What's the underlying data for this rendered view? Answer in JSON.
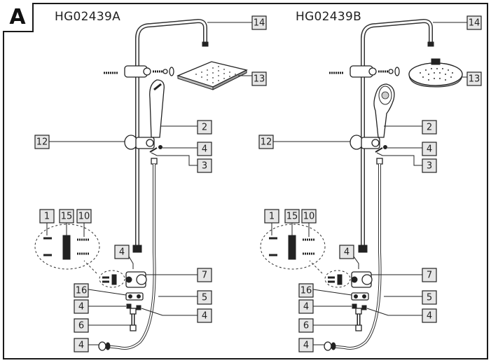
{
  "panel_label": "A",
  "models": {
    "left": "HG02439A",
    "right": "HG02439B"
  },
  "callouts": {
    "left": {
      "c14": "14",
      "c13": "13",
      "c2": "2",
      "c12": "12",
      "c4a": "4",
      "c3": "3",
      "c1": "1",
      "c15": "15",
      "c10": "10",
      "c4b": "4",
      "c7": "7",
      "c16": "16",
      "c5": "5",
      "c4c": "4",
      "c4d": "4",
      "c6": "6",
      "c4e": "4"
    },
    "right": {
      "c14": "14",
      "c13": "13",
      "c2": "2",
      "c12": "12",
      "c4a": "4",
      "c3": "3",
      "c1": "1",
      "c15": "15",
      "c10": "10",
      "c4b": "4",
      "c7": "7",
      "c16": "16",
      "c5": "5",
      "c4c": "4",
      "c4d": "4",
      "c6": "6",
      "c4e": "4"
    }
  },
  "colors": {
    "line": "#222222",
    "callout_fill": "#e6e6e6"
  }
}
